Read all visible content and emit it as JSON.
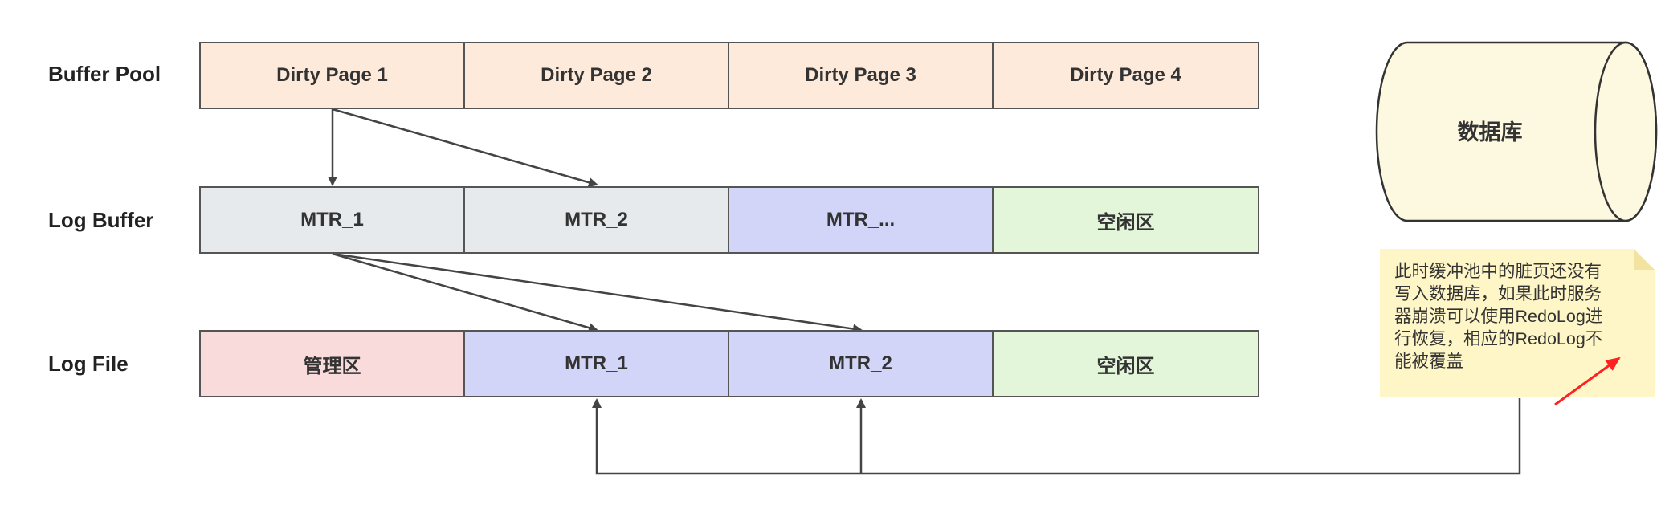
{
  "colors": {
    "dirty_page": "#fdeadb",
    "log_buffer_gray": "#e6eaed",
    "mtr_purple": "#d2d5f7",
    "free_green": "#e4f6da",
    "manage_red": "#fadbdb",
    "database": "#fdf8e0",
    "note_yellow": "#fef6c6",
    "note_fold": "#f3e3a0",
    "highlight_arrow": "#ff2020",
    "line": "#444444"
  },
  "rows": [
    {
      "label": "Buffer Pool",
      "cells": [
        {
          "text": "Dirty Page 1",
          "color": "#fdeadb"
        },
        {
          "text": "Dirty Page 2",
          "color": "#fdeadb"
        },
        {
          "text": "Dirty Page 3",
          "color": "#fdeadb"
        },
        {
          "text": "Dirty Page 4",
          "color": "#fdeadb"
        }
      ]
    },
    {
      "label": "Log Buffer",
      "cells": [
        {
          "text": "MTR_1",
          "color": "#e6eaed"
        },
        {
          "text": "MTR_2",
          "color": "#e6eaed"
        },
        {
          "text": "MTR_...",
          "color": "#d2d5f7"
        },
        {
          "text": "空闲区",
          "color": "#e4f6da"
        }
      ]
    },
    {
      "label": "Log File",
      "cells": [
        {
          "text": "管理区",
          "color": "#fadbdb"
        },
        {
          "text": "MTR_1",
          "color": "#d2d5f7"
        },
        {
          "text": "MTR_2",
          "color": "#d2d5f7"
        },
        {
          "text": "空闲区",
          "color": "#e4f6da"
        }
      ]
    }
  ],
  "database": {
    "label": "数据库"
  },
  "note": {
    "lines": [
      "此时缓冲池中的脏页还没有",
      "写入数据库，如果此时服务",
      "器崩溃可以使用RedoLog进",
      "行恢复，相应的RedoLog不",
      "能被覆盖"
    ]
  }
}
